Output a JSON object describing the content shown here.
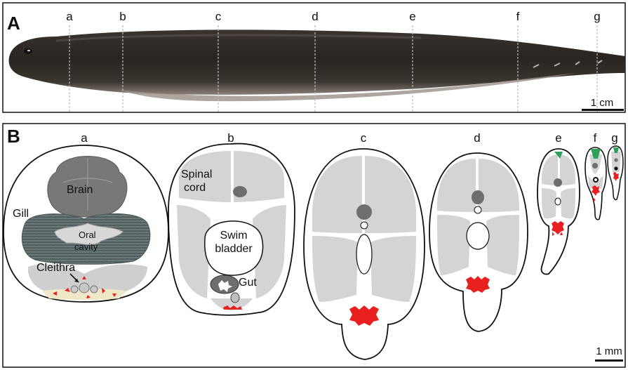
{
  "panel_a": {
    "label": "A",
    "sections": [
      "a",
      "b",
      "c",
      "d",
      "e",
      "f",
      "g"
    ],
    "scale_bar": "1 cm"
  },
  "panel_b": {
    "label": "B",
    "sections": [
      "a",
      "b",
      "c",
      "d",
      "e",
      "f",
      "g"
    ],
    "scale_bar": "1 mm",
    "labels": {
      "brain": "Brain",
      "gill": "Gill",
      "oral_1": "Oral",
      "oral_2": "cavity",
      "cleithra": "Cleithra",
      "spinal_1": "Spinal",
      "spinal_2": "cord",
      "swim_1": "Swim",
      "swim_2": "bladder",
      "gut": "Gut"
    }
  },
  "colors": {
    "muscle": "#d4d4d4",
    "dark_organ": "#6e6e6e",
    "electric_organ": "#e8201f",
    "green_tissue": "#2ea05a",
    "fish_body": "#2a2420"
  }
}
